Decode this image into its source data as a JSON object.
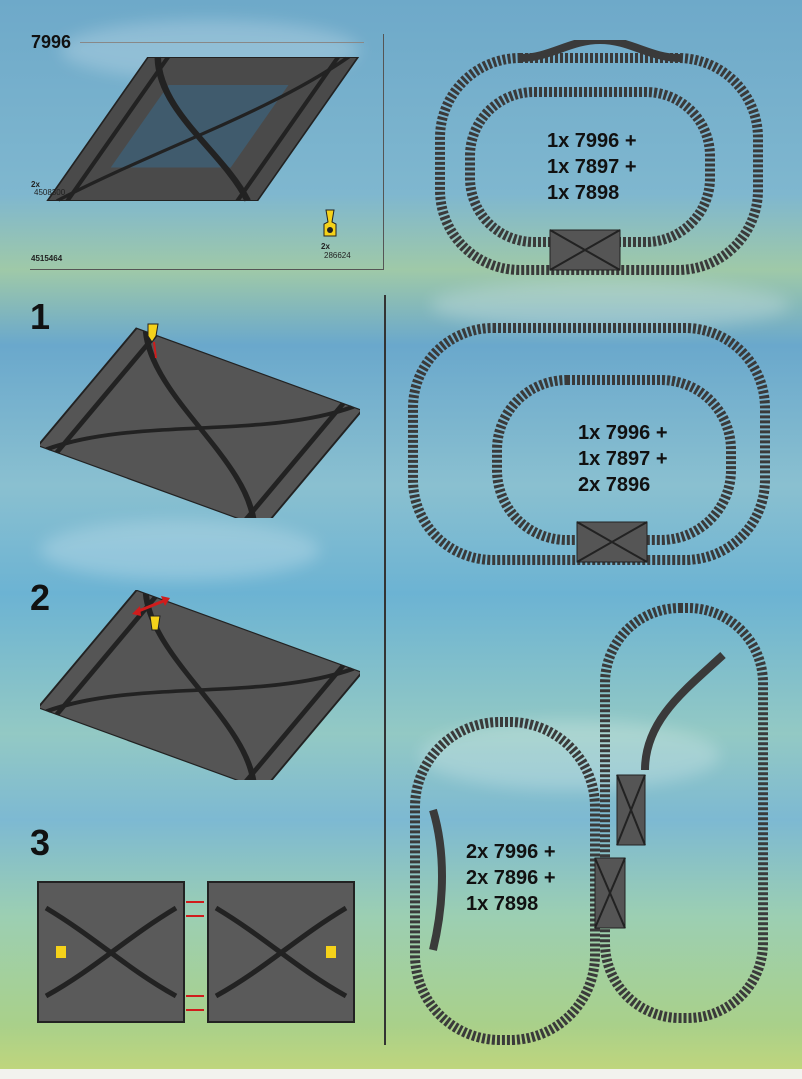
{
  "set": {
    "number": "7996",
    "parts": {
      "rail_qty": "2x",
      "rail_id": "4508300",
      "lever_qty": "2x",
      "lever_id": "286624",
      "doc_id": "4515464"
    }
  },
  "steps": [
    {
      "number": "1"
    },
    {
      "number": "2"
    },
    {
      "number": "3"
    }
  ],
  "layouts": [
    {
      "lines": [
        "1x 7996 +",
        "1x 7897 +",
        "1x 7898"
      ]
    },
    {
      "lines": [
        "1x 7996 +",
        "1x 7897 +",
        "2x 7896"
      ]
    },
    {
      "lines": [
        "2x 7996 +",
        "2x 7896 +",
        "1x 7898"
      ]
    }
  ],
  "colors": {
    "track": "#3a3a3a",
    "sleeper": "#555555",
    "accent_red": "#d01c1c",
    "lever_yellow": "#f5d21a"
  },
  "icons": [
    "lever-icon",
    "arrow-icon"
  ]
}
